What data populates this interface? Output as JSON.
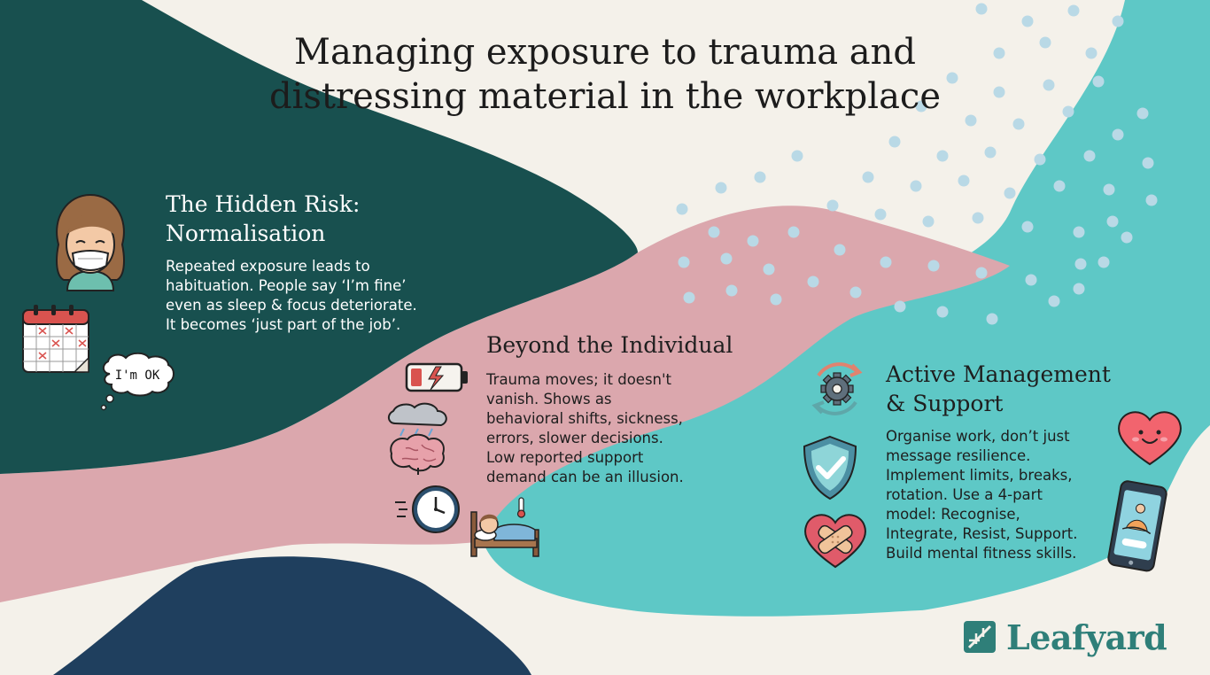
{
  "title": {
    "line1": "Managing exposure to trauma and",
    "line2": "distressing material in the workplace"
  },
  "sections": [
    {
      "heading_lines": [
        "The Hidden Risk:",
        "Normalisation"
      ],
      "body_lines": [
        "Repeated exposure leads to",
        "habituation. People say ‘I’m fine’",
        "even as sleep & focus deteriorate.",
        "It becomes ‘just part of the job’."
      ],
      "icons": [
        "masked-person-icon",
        "calendar-icon",
        "thought-bubble-icon"
      ],
      "thought_bubble_text": "I'm OK"
    },
    {
      "heading_lines": [
        "Beyond the Individual"
      ],
      "body_lines": [
        "Trauma moves; it doesn't",
        "vanish. Shows as",
        "behavioral shifts, sickness,",
        "errors, slower decisions.",
        "Low reported support",
        "demand can be an illusion."
      ],
      "icons": [
        "low-battery-icon",
        "brain-cloud-icon",
        "clock-icon",
        "sick-in-bed-icon"
      ]
    },
    {
      "heading_lines": [
        "Active Management",
        "& Support"
      ],
      "body_lines": [
        "Organise work, don’t just",
        "message resilience.",
        "Implement limits, breaks,",
        "rotation. Use a 4-part",
        "model: Recognise,",
        "Integrate, Resist, Support.",
        "Build mental fitness skills."
      ],
      "icons": [
        "gear-cycle-icon",
        "shield-check-icon",
        "bandaged-heart-icon",
        "smiling-heart-icon",
        "phone-meditation-icon"
      ]
    }
  ],
  "brand": {
    "name": "Leafyard",
    "icon": "leaf-logo-icon"
  },
  "colors": {
    "background": "#f4f1ea",
    "dark_teal": "#18504f",
    "pink": "#dba7ad",
    "turquoise": "#5ec8c6",
    "navy": "#1f3f5e",
    "dots": "#b9d9e6",
    "brand": "#2f7f79"
  }
}
